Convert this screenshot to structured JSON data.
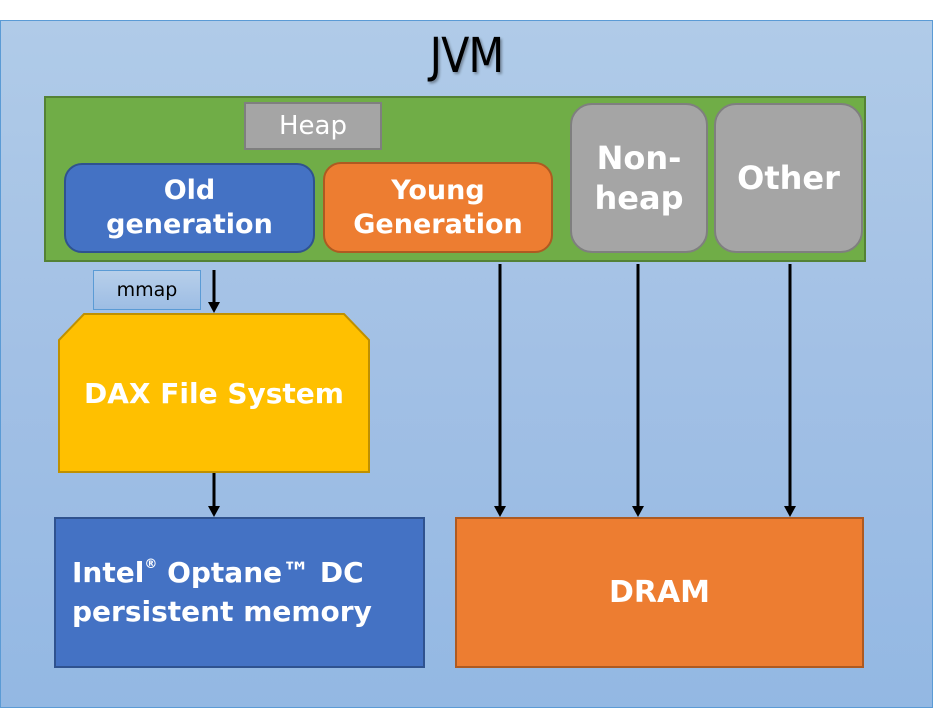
{
  "title": "JVM",
  "heap": {
    "label": "Heap",
    "old_generation": {
      "line1": "Old",
      "line2": "generation"
    },
    "young_generation": {
      "line1": "Young",
      "line2": "Generation"
    }
  },
  "non_heap": {
    "line1": "Non-",
    "line2": "heap"
  },
  "other": {
    "label": "Other"
  },
  "mmap": {
    "label": "mmap"
  },
  "dax": {
    "label": "DAX File System"
  },
  "optane": {
    "line1_a": "Intel",
    "line1_reg": "®",
    "line1_b": " Optane™ DC",
    "line2": "persistent memory"
  },
  "dram": {
    "label": "DRAM"
  },
  "colors": {
    "jvm_container": "#70ad47",
    "old_generation": "#4472c4",
    "young_generation": "#ed7d31",
    "gray_box": "#a5a5a5",
    "dax": "#ffc000",
    "optane": "#4472c4",
    "dram": "#ed7d31",
    "background": "#a2c0e5"
  },
  "connections": [
    {
      "from": "old-generation",
      "to": "dax-file-system",
      "label": "mmap"
    },
    {
      "from": "dax-file-system",
      "to": "optane-pmem"
    },
    {
      "from": "young-generation",
      "to": "dram"
    },
    {
      "from": "non-heap",
      "to": "dram"
    },
    {
      "from": "other",
      "to": "dram"
    }
  ]
}
